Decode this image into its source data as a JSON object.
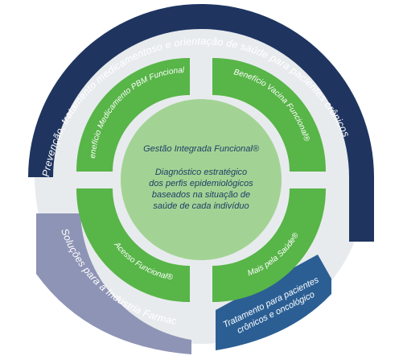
{
  "outer": {
    "top_label": "Prevenção, tratamento medicamentoso e orientação de saúde para pacientes crônicos e não crônicos",
    "left_label": "Soluções para a Indústria Farmacêutica",
    "bottom_right_line1": "Tratamento para pacientes",
    "bottom_right_line2": "crônicos e oncológico"
  },
  "inner": {
    "top_left": "Benefício Medicamento PBM Funcional®",
    "top_right": "Benefício Vacina Funcional®",
    "bottom_left": "Acesso Funcional®",
    "bottom_right": "Mais pela Saúde®"
  },
  "center": {
    "title": "Gestão Integrada Funcional®",
    "lines": [
      "Diagnóstico estratégico",
      "dos perfis epidemiológicos",
      "baseados na situação de",
      "saúde de cada indivíduo"
    ]
  },
  "colors": {
    "navy": "#1f3560",
    "slate": "#8e94b5",
    "blue": "#2b5f94",
    "green": "#58b548",
    "light_green": "#a3d394",
    "ring_bg": "#e8ebee",
    "center_text": "#1e3f66"
  }
}
